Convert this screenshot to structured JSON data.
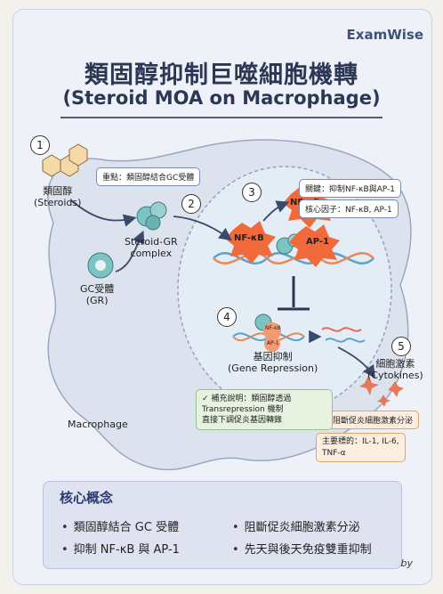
{
  "brand": "ExamWise",
  "title": "類固醇抑制巨噬細胞機轉",
  "subtitle": "(Steroid MOA on Macrophage)",
  "steps": {
    "s1": "1",
    "s2": "2",
    "s3": "3",
    "s4": "4",
    "s5": "5"
  },
  "labels": {
    "steroids_cn": "類固醇",
    "steroids_en": "(Steroids)",
    "gr_cn": "GC受體",
    "gr_en": "(GR)",
    "complex_1": "Steroid-GR",
    "complex_2": "complex",
    "nfkb": "NF-κB",
    "ap1": "AP-1",
    "nfkb_small": "NF-κB",
    "ap1_small": "AP-1",
    "repression_cn": "基因抑制",
    "repression_en": "(Gene Repression)",
    "cytokines_cn": "細胞激素",
    "cytokines_en": "(Cytokines)",
    "macrophage": "Macrophage"
  },
  "notes": {
    "focus": "重點：類固醇結合GC受體",
    "key": "關鍵：抑制NF-κB與AP-1",
    "core_factor": "核心因子：NF-κB, AP-1",
    "abnormal": "異常：阻斷促炎細胞激素分泌",
    "targets_1": "主要標的：IL-1, IL-6,",
    "targets_2": "TNF-α"
  },
  "supplement": {
    "line1": "✓ 補充說明：類固醇透過",
    "line2": "Transrepression 機制",
    "line3": "直接下調促炎基因轉錄"
  },
  "core": {
    "title": "核心概念",
    "items": [
      "類固醇結合 GC 受體",
      "阻斷促炎細胞激素分泌",
      "抑制 NF-κB 與 AP-1",
      "先天與後天免疫雙重抑制"
    ]
  },
  "byline": "by",
  "colors": {
    "accent": "#2b3755",
    "nucleus": "#dfe8f3",
    "cell": "#dde3ee",
    "factor": "#f06a3c",
    "teal": "#7cc3c4"
  }
}
